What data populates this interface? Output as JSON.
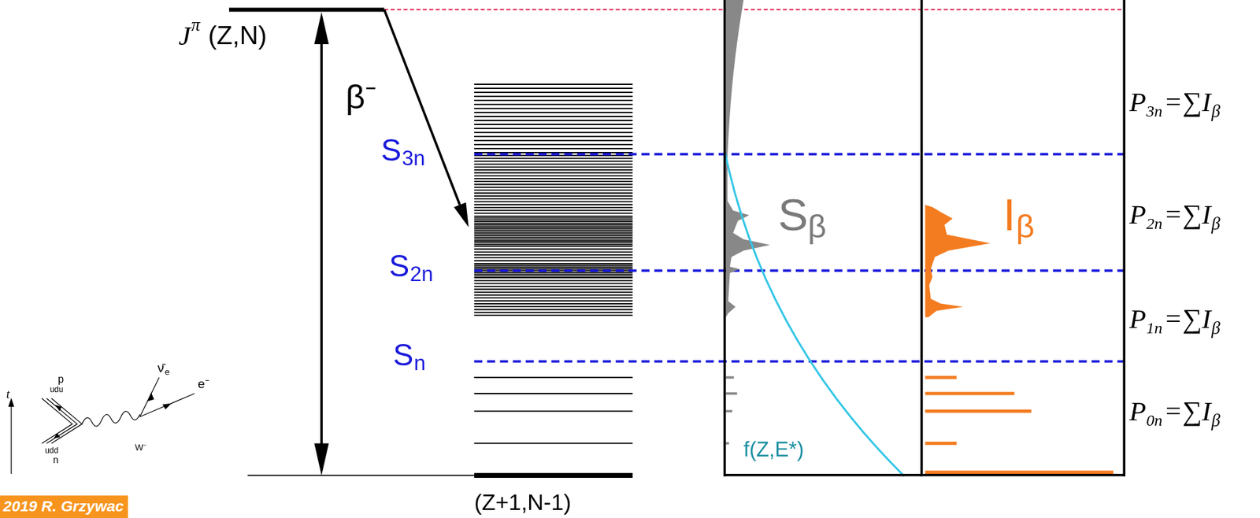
{
  "diagram": {
    "nodes": [
      {
        "text": [
          "S",
          "β",
          "f(Z,E*)"
        ]
      },
      {
        "text": [
          "I",
          "β"
        ]
      },
      {
        "text": [
          "2019 R. Grzywac"
        ]
      }
    ],
    "labels": [
      "J",
      "π",
      "(Z,N)",
      "β⁻",
      "S",
      "3n",
      "S",
      "2n",
      "S",
      "n",
      "(Z+1,N-1)",
      "P",
      "3n",
      "=∑I",
      "β",
      "P",
      "2n",
      "=∑I",
      "β",
      "P",
      "1n",
      "=∑I",
      "β",
      "P",
      "0n",
      "=∑I",
      "β",
      "t",
      "p",
      "udu",
      "udd",
      "n",
      "ν̄",
      "e",
      "e⁻",
      "W⁻"
    ]
  }
}
